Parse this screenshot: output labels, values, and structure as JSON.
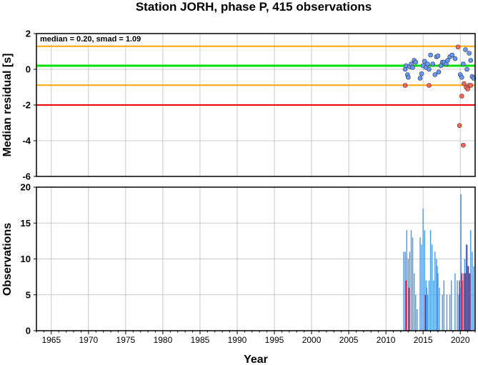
{
  "figure": {
    "title": "Station JORH, phase P, 415 observations",
    "xlabel": "Year"
  },
  "chart_data": [
    {
      "type": "scatter",
      "ylabel": "Median residual [s]",
      "annotation": "median = 0.20, smad = 1.09",
      "xlim": [
        1963,
        2022
      ],
      "ylim": [
        -6,
        2
      ],
      "xticks": [
        1965,
        1970,
        1975,
        1980,
        1985,
        1990,
        1995,
        2000,
        2005,
        2010,
        2015,
        2020
      ],
      "yticks": [
        -6,
        -4,
        -2,
        0,
        2
      ],
      "grid": true,
      "hlines": [
        {
          "y": 0.2,
          "color": "#00e000",
          "label": "median"
        },
        {
          "y": 1.29,
          "color": "#ffa500"
        },
        {
          "y": -0.89,
          "color": "#ffa500"
        },
        {
          "y": -2.0,
          "color": "#ee0000"
        }
      ],
      "series": [
        {
          "color": "#6699ff",
          "points": [
            [
              2012.6,
              0.0
            ],
            [
              2012.7,
              0.2
            ],
            [
              2012.9,
              -0.3
            ],
            [
              2013.0,
              -0.45
            ],
            [
              2013.2,
              0.15
            ],
            [
              2013.4,
              0.3
            ],
            [
              2013.6,
              0.1
            ],
            [
              2013.8,
              0.5
            ],
            [
              2014.0,
              0.4
            ],
            [
              2014.6,
              -0.5
            ],
            [
              2014.8,
              -0.25
            ],
            [
              2015.0,
              0.2
            ],
            [
              2015.2,
              0.45
            ],
            [
              2015.4,
              0.1
            ],
            [
              2015.6,
              0.3
            ],
            [
              2015.8,
              0.0
            ],
            [
              2016.0,
              0.8
            ],
            [
              2016.3,
              0.3
            ],
            [
              2016.6,
              -0.3
            ],
            [
              2016.8,
              0.7
            ],
            [
              2017.0,
              0.75
            ],
            [
              2017.1,
              -0.15
            ],
            [
              2017.4,
              0.2
            ],
            [
              2017.6,
              0.4
            ],
            [
              2017.8,
              0.4
            ],
            [
              2018.1,
              0.3
            ],
            [
              2018.3,
              0.5
            ],
            [
              2018.6,
              0.7
            ],
            [
              2018.9,
              0.8
            ],
            [
              2019.3,
              0.6
            ],
            [
              2020.0,
              -0.3
            ],
            [
              2020.2,
              -0.45
            ],
            [
              2020.4,
              0.3
            ],
            [
              2020.7,
              1.1
            ],
            [
              2020.9,
              0.0
            ],
            [
              2021.2,
              0.9
            ],
            [
              2021.4,
              0.5
            ],
            [
              2021.6,
              -0.4
            ],
            [
              2021.8,
              -0.5
            ]
          ]
        },
        {
          "color": "#ff6655",
          "points": [
            [
              2012.6,
              -0.9
            ],
            [
              2015.8,
              -0.9
            ],
            [
              2019.7,
              1.25
            ],
            [
              2019.9,
              -3.15
            ],
            [
              2020.2,
              -1.5
            ],
            [
              2020.4,
              -4.25
            ],
            [
              2020.5,
              -0.8
            ],
            [
              2020.8,
              -1.0
            ],
            [
              2021.0,
              -1.1
            ],
            [
              2021.2,
              -0.9
            ],
            [
              2021.4,
              -0.9
            ]
          ]
        }
      ]
    },
    {
      "type": "bar",
      "ylabel": "Observations",
      "xlim": [
        1963,
        2022
      ],
      "ylim": [
        0,
        20
      ],
      "xticks": [
        1965,
        1970,
        1975,
        1980,
        1985,
        1990,
        1995,
        2000,
        2005,
        2010,
        2015,
        2020
      ],
      "yticks": [
        0,
        5,
        10,
        15,
        20
      ],
      "grid": true,
      "series": [
        {
          "color": "#4499ee",
          "x": [
            2012.4,
            2012.6,
            2012.8,
            2013.0,
            2013.2,
            2013.4,
            2013.6,
            2013.8,
            2014.0,
            2014.2,
            2014.6,
            2014.8,
            2015.0,
            2015.2,
            2015.4,
            2015.5,
            2015.6,
            2015.8,
            2016.0,
            2016.2,
            2016.4,
            2016.6,
            2016.8,
            2016.9,
            2017.0,
            2017.2,
            2017.6,
            2017.8,
            2018.2,
            2018.6,
            2018.8,
            2019.3,
            2019.6,
            2019.8,
            2020.0,
            2020.1,
            2020.3,
            2020.5,
            2020.6,
            2020.8,
            2021.0,
            2021.2,
            2021.4,
            2021.6,
            2021.8
          ],
          "values": [
            11,
            11,
            14,
            10,
            11,
            14,
            13,
            8,
            5,
            3,
            13,
            12,
            17,
            14,
            7,
            6,
            5,
            7,
            14,
            12,
            7,
            11,
            10,
            9,
            8,
            6,
            5,
            7,
            5,
            5,
            7,
            8,
            7,
            5,
            6,
            19,
            7,
            8,
            10,
            12,
            9,
            8,
            14,
            11,
            9
          ]
        },
        {
          "color": "#cc1144",
          "x": [
            2012.7,
            2013.1,
            2015.3,
            2019.9,
            2020.2,
            2020.5,
            2020.7,
            2020.9,
            2021.1,
            2021.3
          ],
          "values": [
            7,
            6,
            5,
            7,
            8,
            8,
            8,
            12,
            9,
            8
          ]
        }
      ]
    }
  ]
}
